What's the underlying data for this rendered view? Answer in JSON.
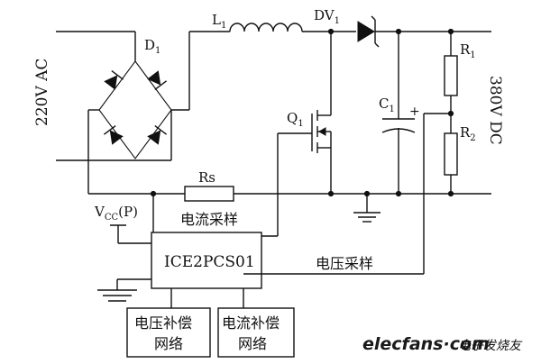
{
  "labels": {
    "input_voltage": "220V AC",
    "output_voltage": "380V DC",
    "bridge": "D",
    "bridge_sub": "1",
    "inductor": "L",
    "inductor_sub": "1",
    "boost_diode": "DV",
    "boost_diode_sub": "1",
    "mosfet": "Q",
    "mosfet_sub": "1",
    "capacitor": "C",
    "capacitor_sub": "1",
    "cap_polarity": "+",
    "r1": "R",
    "r1_sub": "1",
    "r2": "R",
    "r2_sub": "2",
    "sense_resistor": "Rs",
    "vcc": "V",
    "vcc_sub": "CC",
    "vcc_suffix": "(P)",
    "current_sampling": "电流采样",
    "voltage_sampling": "电压采样",
    "controller": "ICE2PCS01",
    "voltage_comp_line1": "电压补偿",
    "voltage_comp_line2": "网络",
    "current_comp_line1": "电流补偿",
    "current_comp_line2": "网络"
  },
  "watermark": {
    "site": "elecfans·com",
    "cn": "电子发烧友",
    "color_e": "#e0301e",
    "color_rest": "#1a1a1a"
  }
}
